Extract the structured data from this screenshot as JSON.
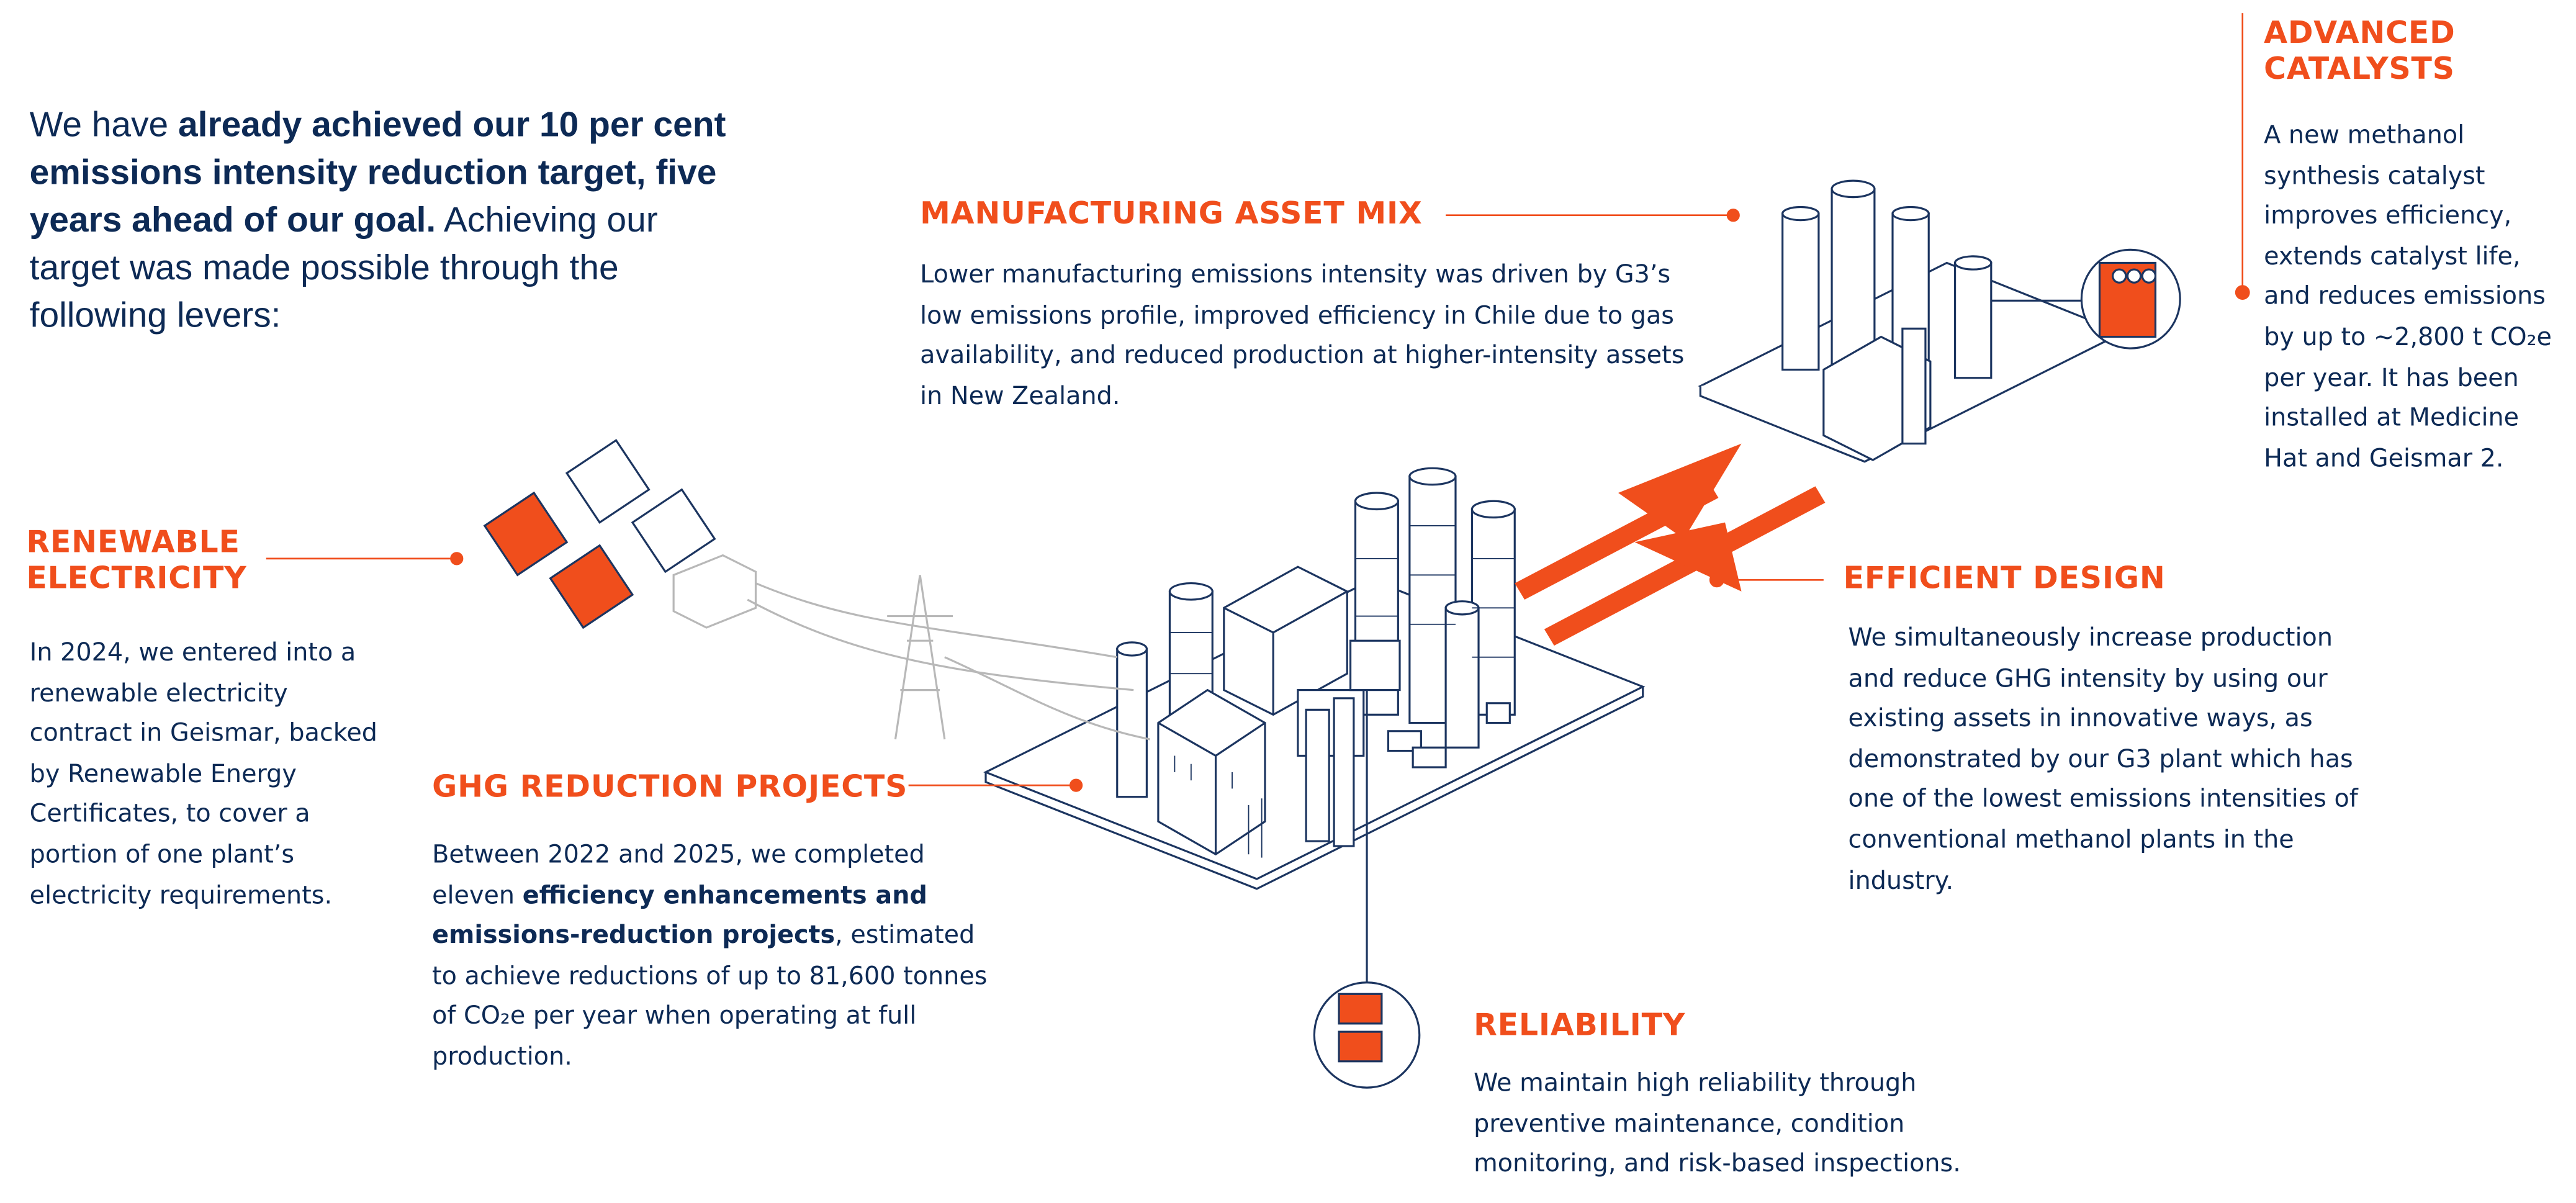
{
  "intro": {
    "prefix": "We have ",
    "bold": "already achieved our 10 per cent emissions intensity reduction target, five years ahead of our goal.",
    "suffix": " Achieving our target was made possible through the following levers:"
  },
  "levers": {
    "manufacturing": {
      "title": "MANUFACTURING ASSET MIX",
      "body": "Lower manufacturing emissions intensity was driven by G3’s low emissions profile, improved efficiency in Chile due to gas availability, and reduced production at higher-intensity assets in New Zealand."
    },
    "catalysts": {
      "title": "ADVANCED CATALYSTS",
      "body": "A new methanol synthesis catalyst improves efficiency, extends catalyst life, and reduces emissions by up to ~2,800 t CO₂e per year. It has been installed at Medicine Hat and Geismar 2."
    },
    "renewable": {
      "title": "RENEWABLE ELECTRICITY",
      "body": "In 2024, we entered into a renewable electricity contract in Geismar, backed by Renewable Energy Certificates, to cover a portion of one plant’s electricity requirements."
    },
    "efficient": {
      "title": "EFFICIENT DESIGN",
      "body": "We simultaneously increase production and reduce GHG intensity by using our existing assets in innovative ways, as demonstrated by our G3 plant which has one of the lowest emissions intensities of conventional methanol plants in the industry."
    },
    "ghg": {
      "title": "GHG REDUCTION PROJECTS",
      "body_prefix": "Between 2022 and 2025, we completed eleven ",
      "body_bold": "efficiency enhancements and emissions-reduction projects",
      "body_suffix": ", estimated to achieve reductions of up to 81,600 tonnes of CO₂e per year when operating at full production."
    },
    "reliability": {
      "title": "RELIABILITY",
      "body": "We maintain high reliability through preventive maintenance, condition monitoring, and risk-based inspections."
    }
  },
  "colors": {
    "accent": "#f04e1c",
    "navy": "#0d2a55",
    "line": "#1c3560",
    "grey": "#b8b8b8"
  }
}
